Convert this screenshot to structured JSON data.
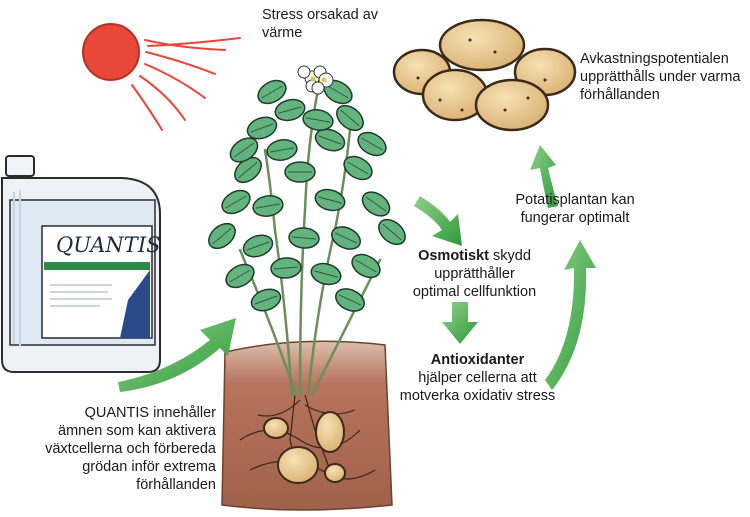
{
  "labels": {
    "heat_stress": "Stress orsakad av värme",
    "yield_potential": "Avkastningspotentialen upprätthålls under varma förhållanden",
    "plant_optimal": "Potatisplantan kan fungerar optimalt",
    "osmotic_bold": "Osmotiskt",
    "osmotic_rest": " skydd",
    "osmotic_line2": "upprätthåller",
    "osmotic_line3": "optimal cellfunktion",
    "antiox_bold": "Antioxidanter",
    "antiox_line2": "hjälper cellerna att",
    "antiox_line3": "motverka oxidativ stress",
    "quantis_text": "QUANTIS innehåller ämnen som kan aktivera växtcellerna och förbereda grödan inför extrema förhållanden"
  },
  "product": {
    "brand": "QUANTIS"
  },
  "colors": {
    "arrow_green": "#3aa63a",
    "sun_red": "#e8473a",
    "soil": "#a0614a",
    "leaf": "#5cae7a",
    "potato": "#e6c58a"
  },
  "icons": [
    "sun-icon",
    "potato-pile-icon",
    "canister-icon",
    "plant-icon",
    "arrow-icon"
  ]
}
